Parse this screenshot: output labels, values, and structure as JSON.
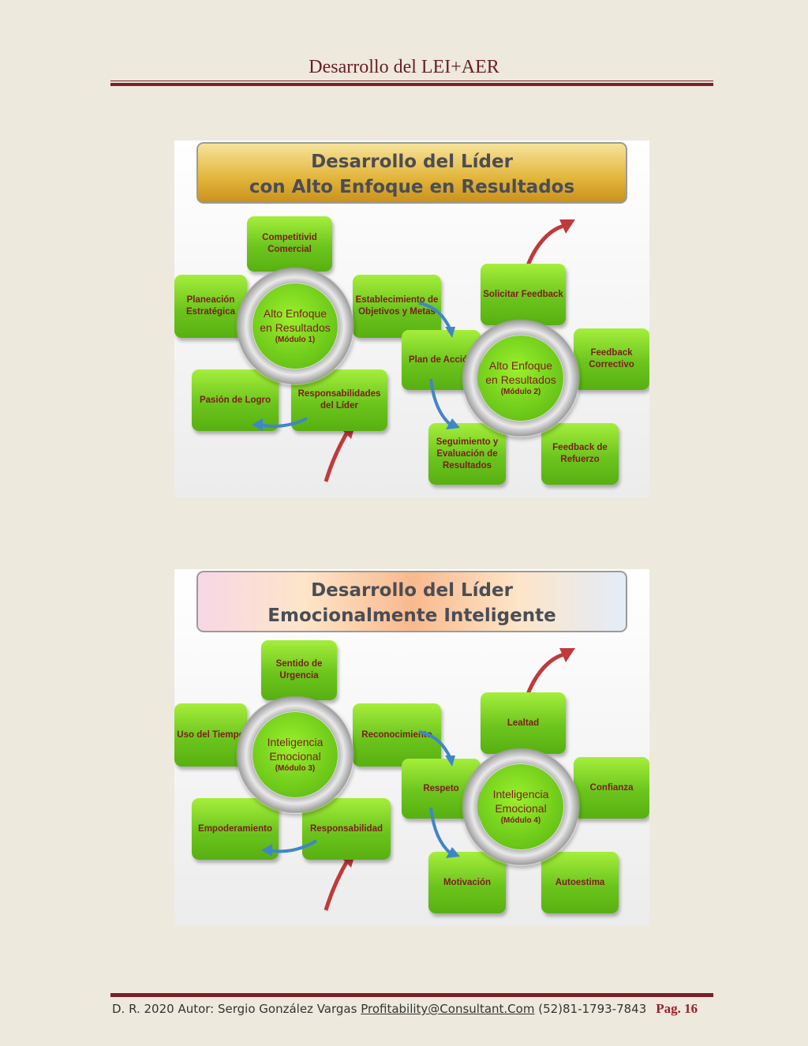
{
  "header": {
    "title": "Desarrollo del LEI+AER"
  },
  "diagram1": {
    "title_line1": "Desarrollo del Líder",
    "title_line2": "con Alto Enfoque en Resultados",
    "module1": {
      "hub_line1": "Alto Enfoque",
      "hub_line2": "en Resultados",
      "hub_module": "(Módulo 1)"
    },
    "module2": {
      "hub_line1": "Alto Enfoque",
      "hub_line2": "en Resultados",
      "hub_module": "(Módulo 2)"
    },
    "boxes": {
      "competitividad": "Competitivid Comercial",
      "planeacion": "Planeación Estratégica",
      "establecimiento": "Establecimiento de Objetivos y Metas",
      "pasion": "Pasión de Logro",
      "responsabilidades": "Responsabilidades del Líder",
      "solicitar": "Solicitar Feedback",
      "plan": "Plan de Acción",
      "feedback_correctivo": "Feedback Correctivo",
      "seguimiento": "Seguimiento y Evaluación de Resultados",
      "feedback_refuerzo": "Feedback de Refuerzo"
    }
  },
  "diagram2": {
    "title_line1": "Desarrollo del Líder",
    "title_line2": "Emocionalmente Inteligente",
    "module3": {
      "hub_line1": "Inteligencia",
      "hub_line2": "Emocional",
      "hub_module": "(Módulo 3)"
    },
    "module4": {
      "hub_line1": "Inteligencia",
      "hub_line2": "Emocional",
      "hub_module": "(Módulo 4)"
    },
    "boxes": {
      "sentido": "Sentido de Urgencia",
      "uso_tiempo": "Uso del Tiempo",
      "reconocimiento": "Reconocimiento",
      "empoderamiento": "Empoderamiento",
      "responsabilidad": "Responsabilidad",
      "lealtad": "Lealtad",
      "respeto": "Respeto",
      "confianza": "Confianza",
      "motivacion": "Motivación",
      "autoestima": "Autoestima"
    }
  },
  "colors": {
    "accent": "#7a1f28",
    "box_green": "#6cc51d",
    "box_text": "#7b1e1e",
    "arrow_red": "#c0393b",
    "arrow_blue": "#3f86c8"
  },
  "footer": {
    "text": "D. R. 2020 Autor: Sergio González Vargas ",
    "email": "Profitability@Consultant.Com",
    "phone": " (52)81-1793-7843",
    "page": "Pag. 16"
  }
}
